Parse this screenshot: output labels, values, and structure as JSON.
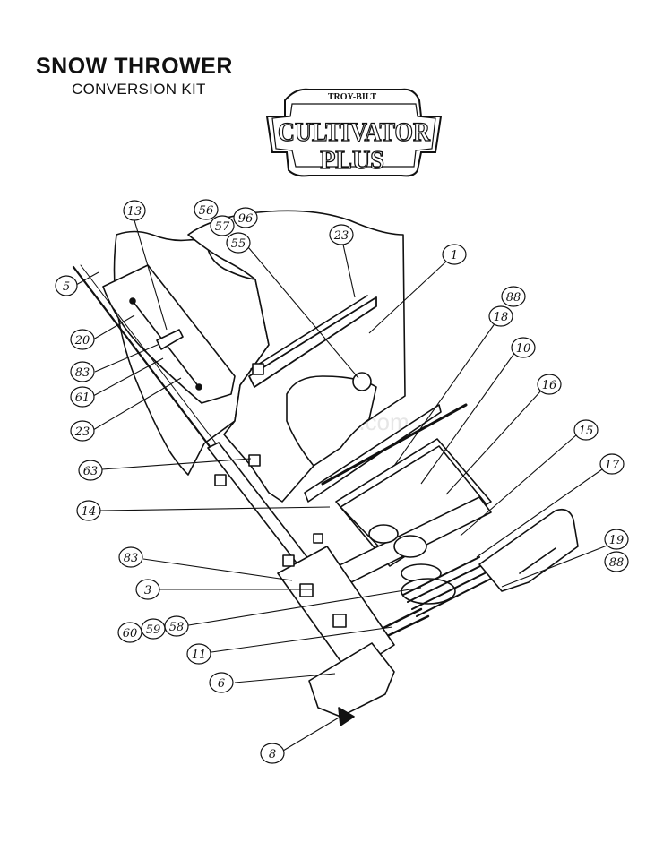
{
  "header": {
    "title": "SNOW THROWER",
    "subtitle": "CONVERSION KIT"
  },
  "logo": {
    "brand": "TROY-BILT",
    "product_line1": "CULTIVATOR",
    "product_line2": "PLUS"
  },
  "watermark": "eReplacementParts.com",
  "callouts": [
    {
      "id": "c13",
      "label": "13"
    },
    {
      "id": "c5",
      "label": "5"
    },
    {
      "id": "c20",
      "label": "20"
    },
    {
      "id": "c83a",
      "label": "83"
    },
    {
      "id": "c61",
      "label": "61"
    },
    {
      "id": "c23a",
      "label": "23"
    },
    {
      "id": "c63",
      "label": "63"
    },
    {
      "id": "c14",
      "label": "14"
    },
    {
      "id": "c56",
      "label": "56"
    },
    {
      "id": "c57",
      "label": "57"
    },
    {
      "id": "c96",
      "label": "96"
    },
    {
      "id": "c55",
      "label": "55"
    },
    {
      "id": "c23b",
      "label": "23"
    },
    {
      "id": "c1",
      "label": "1"
    },
    {
      "id": "c88a",
      "label": "88"
    },
    {
      "id": "c18",
      "label": "18"
    },
    {
      "id": "c10",
      "label": "10"
    },
    {
      "id": "c16",
      "label": "16"
    },
    {
      "id": "c15",
      "label": "15"
    },
    {
      "id": "c17",
      "label": "17"
    },
    {
      "id": "c19",
      "label": "19"
    },
    {
      "id": "c88b",
      "label": "88"
    },
    {
      "id": "c83b",
      "label": "83"
    },
    {
      "id": "c3",
      "label": "3"
    },
    {
      "id": "c60",
      "label": "60"
    },
    {
      "id": "c59",
      "label": "59"
    },
    {
      "id": "c58",
      "label": "58"
    },
    {
      "id": "c11",
      "label": "11"
    },
    {
      "id": "c6",
      "label": "6"
    },
    {
      "id": "c8",
      "label": "8"
    }
  ]
}
